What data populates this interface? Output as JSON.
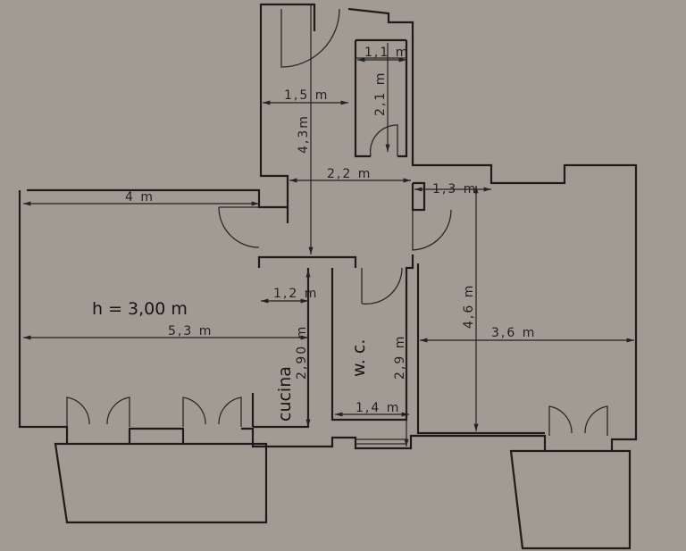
{
  "plan": {
    "ceiling_height": "h = 3,00 m",
    "rooms": {
      "kitchen": "cucina",
      "wc": "w. c."
    },
    "dimensions": {
      "closet_width": "1,1 m",
      "closet_depth": "2,1 m",
      "entry_width": "1,5 m",
      "entry_length": "4,3m",
      "hall_width": "2,2 m",
      "right_passage": "1,3 m",
      "living_top": "4 m",
      "living_width": "5,3 m",
      "kitchen_width": "1,2 m",
      "kitchen_length": "2,90 m",
      "wc_length": "2,9 m",
      "wc_width": "1,4 m",
      "bedroom_length": "4,6 m",
      "bedroom_width": "3,6 m"
    }
  },
  "colors": {
    "paper": "#a19b94",
    "ink": "#1e1c1a"
  }
}
